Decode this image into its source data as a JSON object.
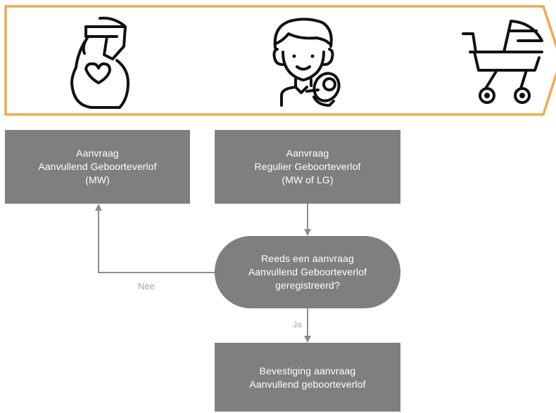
{
  "banner": {
    "stage_icons": [
      "pregnant-woman-icon",
      "parent-with-baby-icon",
      "baby-stroller-icon"
    ],
    "border_color": "#f4a94c"
  },
  "colors": {
    "node_fill": "#7f7f7f",
    "node_text": "#ffffff",
    "connector": "#8c8c8c",
    "edge_label": "#a6a6a6"
  },
  "nodes": {
    "aanvulllend_request": {
      "line1": "Aanvraag",
      "line2": "Aanvullend Geboorteverlof",
      "line3": "(MW)"
    },
    "regular_request": {
      "line1": "Aanvraag",
      "line2": "Regulier Geboorteverlof",
      "line3": "(MW of LG)"
    },
    "decision": {
      "line1": "Reeds een aanvraag",
      "line2": "Aanvullend Geboorteverlof",
      "line3": "geregistreerd?"
    },
    "confirmation": {
      "line1": "Bevestiging aanvraag",
      "line2": "Aanvullend geboorteverlof"
    }
  },
  "edges": {
    "no_label": "Nee",
    "yes_label": "Ja"
  }
}
